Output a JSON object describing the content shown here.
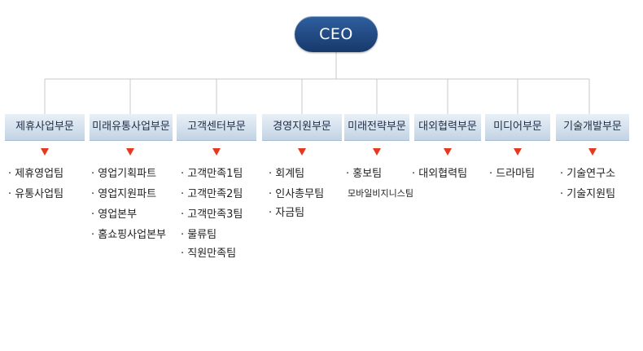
{
  "ceo": {
    "label": "CEO"
  },
  "colors": {
    "ceo_fill": "#1f4a85",
    "dept_fill": "#cfdcea",
    "arrow": "#e33a1f",
    "line": "#c8c8c8"
  },
  "departments": [
    {
      "name": "제휴사업부문",
      "teams": [
        "제휴영업팀",
        "유통사업팀"
      ]
    },
    {
      "name": "미래유통사업부문",
      "teams": [
        "영업기획파트",
        "영업지원파트",
        "영업본부",
        "홈쇼핑사업본부"
      ]
    },
    {
      "name": "고객센터부문",
      "teams": [
        "고객만족1팀",
        "고객만족2팀",
        "고객만족3팀",
        "물류팀",
        "직원만족팀"
      ]
    },
    {
      "name": "경영지원부문",
      "teams": [
        "회계팀",
        "인사총무팀",
        "자금팀"
      ]
    },
    {
      "name": "미래전략부문",
      "teams": [
        "홍보팀",
        "모바일비지니스팀"
      ]
    },
    {
      "name": "대외협력부문",
      "teams": [
        "대외협력팀"
      ]
    },
    {
      "name": "미디어부문",
      "teams": [
        "드라마팀"
      ]
    },
    {
      "name": "기술개발부문",
      "teams": [
        "기술연구소",
        "기술지원팀"
      ]
    }
  ]
}
